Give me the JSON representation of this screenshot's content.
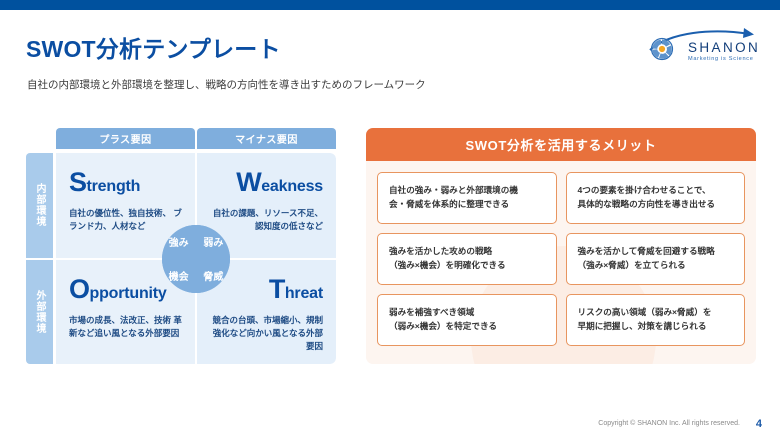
{
  "colors": {
    "top_bar": "#00519E",
    "title_blue": "#0B4EA2",
    "header_blue": "#7FAEDD",
    "side_blue": "#A9CBEB",
    "quad_bg": "#E8F1FA",
    "orange": "#E8713C",
    "panel_bg": "#FDF5F0",
    "card_border": "#E8955F"
  },
  "header": {
    "title": "SWOT分析テンプレート",
    "subtitle": "自社の内部環境と外部環境を整理し、戦略の方向性を導き出すためのフレームワーク"
  },
  "logo": {
    "name": "SHANON",
    "tagline": "Marketing is Science",
    "mark_icon": "shanon-circle-mark-icon",
    "arrow_icon": "swoosh-arrow-icon"
  },
  "matrix": {
    "column_headers": [
      "プラス要因",
      "マイナス要因"
    ],
    "row_headers": [
      "内部環境",
      "外部環境"
    ],
    "quadrants": [
      {
        "initial": "S",
        "rest": "trength",
        "desc_line1": "自社の優位性、独自技術、",
        "desc_line2": "ブランド力、人材など",
        "align": "left"
      },
      {
        "initial": "W",
        "rest": "eakness",
        "desc_line1": "自社の課題、リソース不足、",
        "desc_line2": "認知度の低さなど",
        "align": "right"
      },
      {
        "initial": "O",
        "rest": "pportunity",
        "desc_line1": "市場の成長、法改正、技術",
        "desc_line2": "革新など追い風となる外部要因",
        "align": "left"
      },
      {
        "initial": "T",
        "rest": "hreat",
        "desc_line1": "競合の台頭、市場縮小、規制",
        "desc_line2": "強化など向かい風となる外部要因",
        "align": "right"
      }
    ],
    "center_circle": [
      "強み",
      "弱み",
      "機会",
      "脅威"
    ]
  },
  "benefits": {
    "title": "SWOT分析を活用するメリット",
    "cards": [
      {
        "line1": "自社の強み・弱みと外部環境の機",
        "line2": "会・脅威を体系的に整理できる"
      },
      {
        "line1": "4つの要素を掛け合わせることで、",
        "line2": "具体的な戦略の方向性を導き出せる"
      },
      {
        "line1": "強みを活かした攻めの戦略",
        "line2": "（強み×機会）を明確化できる"
      },
      {
        "line1": "強みを活かして脅威を回避する戦略",
        "line2": "（強み×脅威）を立てられる"
      },
      {
        "line1": "弱みを補強すべき領域",
        "line2": "（弱み×機会）を特定できる"
      },
      {
        "line1": "リスクの高い領域（弱み×脅威）を",
        "line2": "早期に把握し、対策を講じられる"
      }
    ]
  },
  "footer": {
    "copyright": "Copyright © SHANON Inc. All rights reserved.",
    "page_number": "4"
  }
}
